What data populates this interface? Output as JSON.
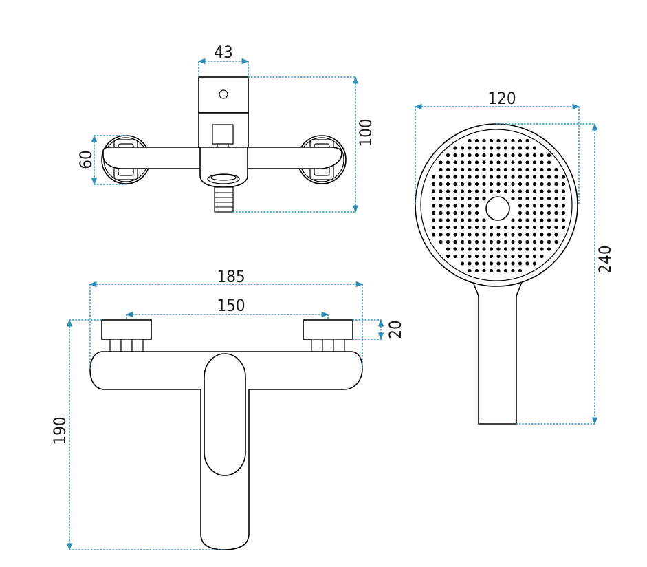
{
  "dimensions": {
    "top_width": "43",
    "top_height": "100",
    "top_flange": "60",
    "head_width": "120",
    "head_height": "240",
    "front_width": "185",
    "front_spacing": "150",
    "front_cap": "20",
    "front_height": "190"
  },
  "colors": {
    "dimension_line": "#2a8fbd",
    "outline": "#000000",
    "background": "#ffffff"
  }
}
